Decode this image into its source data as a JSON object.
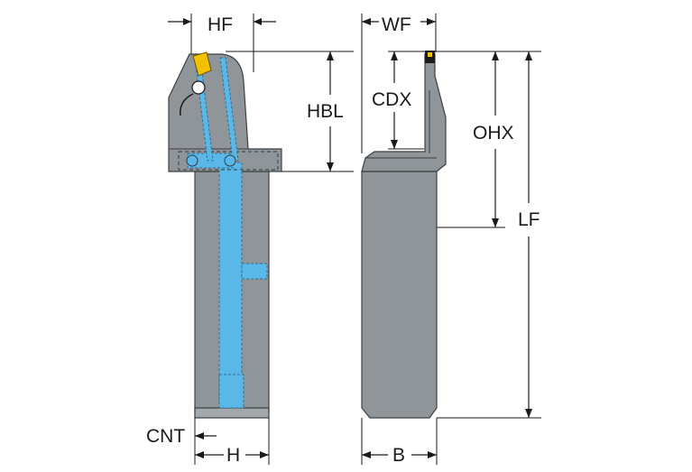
{
  "diagram": {
    "labels": {
      "hf": "HF",
      "hbl": "HBL",
      "cnt": "CNT",
      "h": "H",
      "wf": "WF",
      "cdx": "CDX",
      "ohx": "OHX",
      "lf": "LF",
      "b": "B"
    },
    "colors": {
      "body": "#8f9598",
      "coolant": "#5ab8e8",
      "insert": "#f2c200",
      "lines": "#1a1a1a"
    }
  }
}
